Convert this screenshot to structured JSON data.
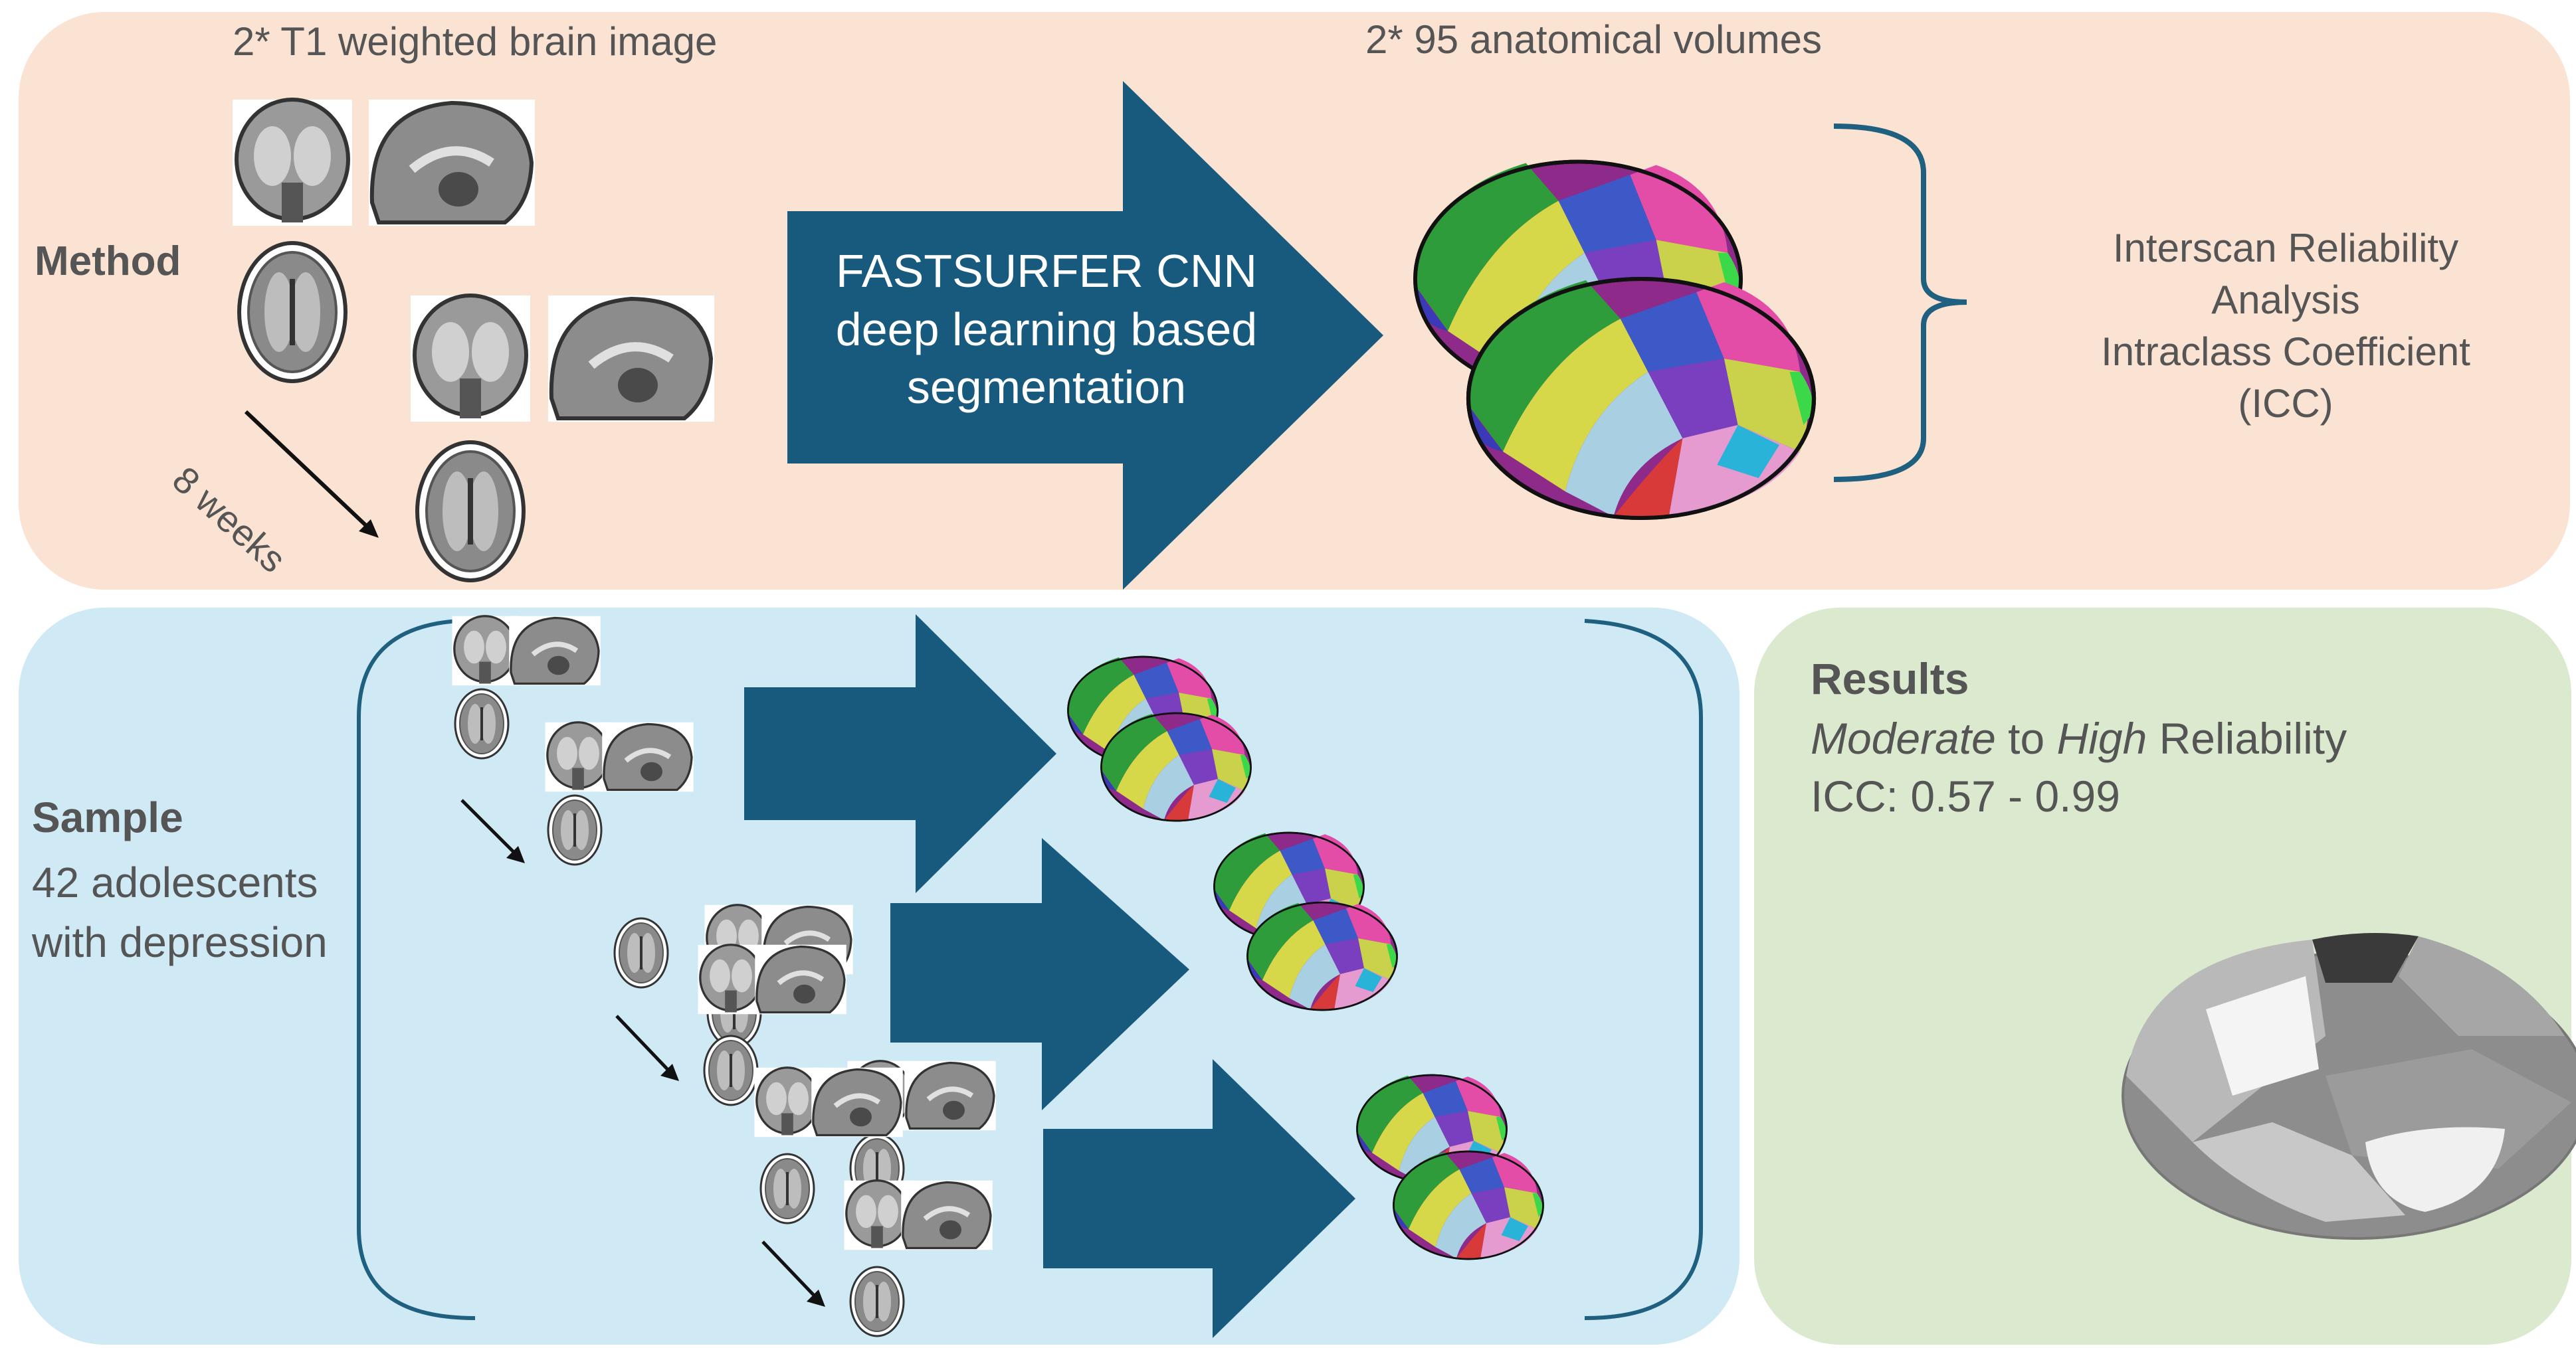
{
  "method": {
    "label": "Method",
    "input_caption": "2* T1 weighted brain image",
    "interval_label": "8 weeks",
    "arrow_text": [
      "FASTSURFER CNN",
      "deep learning based",
      "segmentation"
    ],
    "output_caption": "2* 95 anatomical volumes",
    "analysis_text": [
      "Interscan Reliability",
      "Analysis",
      "Intraclass Coefficient",
      "(ICC)"
    ]
  },
  "sample": {
    "label": "Sample",
    "description": [
      "42 adolescents",
      "with depression"
    ]
  },
  "results": {
    "label": "Results",
    "line1_em1": "Moderate",
    "line1_mid": " to ",
    "line1_em2": "High",
    "line1_end": " Reliability",
    "line2": "ICC: 0.57 - 0.99"
  },
  "colors": {
    "method_panel": "#fbe3d4",
    "sample_panel": "#cfe9f5",
    "results_panel": "#dbeacf",
    "arrow": "#175a7d",
    "bracket": "#1f5f7f",
    "text": "#555555"
  }
}
